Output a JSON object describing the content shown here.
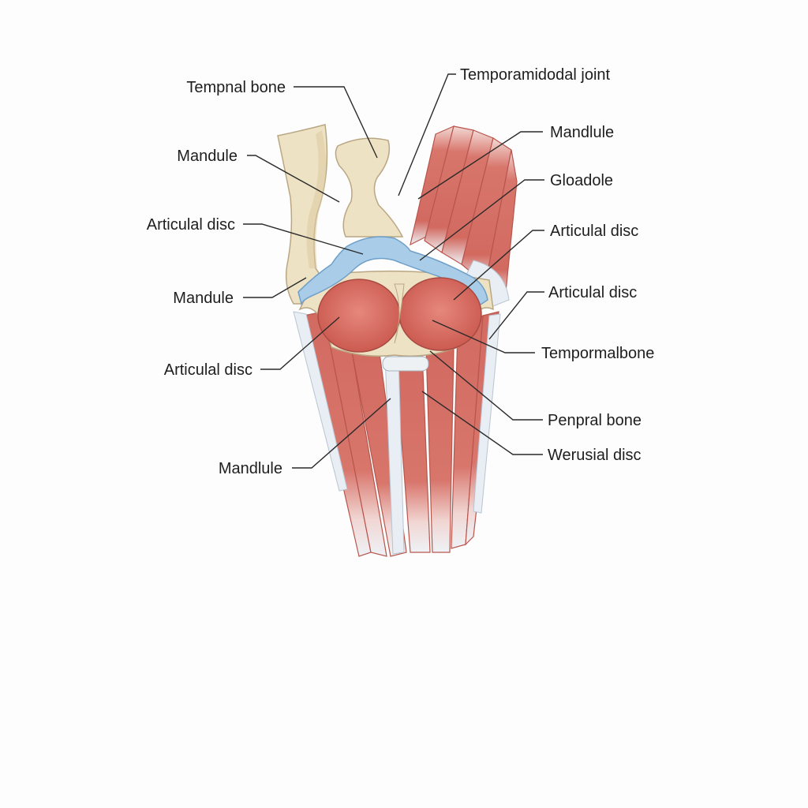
{
  "labels": {
    "tempnal_bone": "Tempnal bone",
    "mandule_left_top": "Mandule",
    "articulal_disc_left_top": "Articulal disc",
    "mandule_left_mid": "Mandule",
    "articulal_disc_left_low": "Articulal disc",
    "mandlule_left_low": "Mandlule",
    "temporamidodal_joint": "Temporamidodal joint",
    "mandlule_right": "Mandlule",
    "gloadole": "Gloadole",
    "articulal_disc_right_top": "Articulal disc",
    "articulal_disc_right_mid": "Articulal disc",
    "tempormalbone": "Tempormalbone",
    "penpral_bone": "Penpral bone",
    "werusial_disc": "Werusial disc"
  },
  "colors": {
    "muscle": "#d8736a",
    "muscle_dark": "#c4584f",
    "bone": "#eee2c4",
    "disc": "#a9cde9",
    "tendon": "#e9eef4",
    "text": "#1e1e1e"
  }
}
